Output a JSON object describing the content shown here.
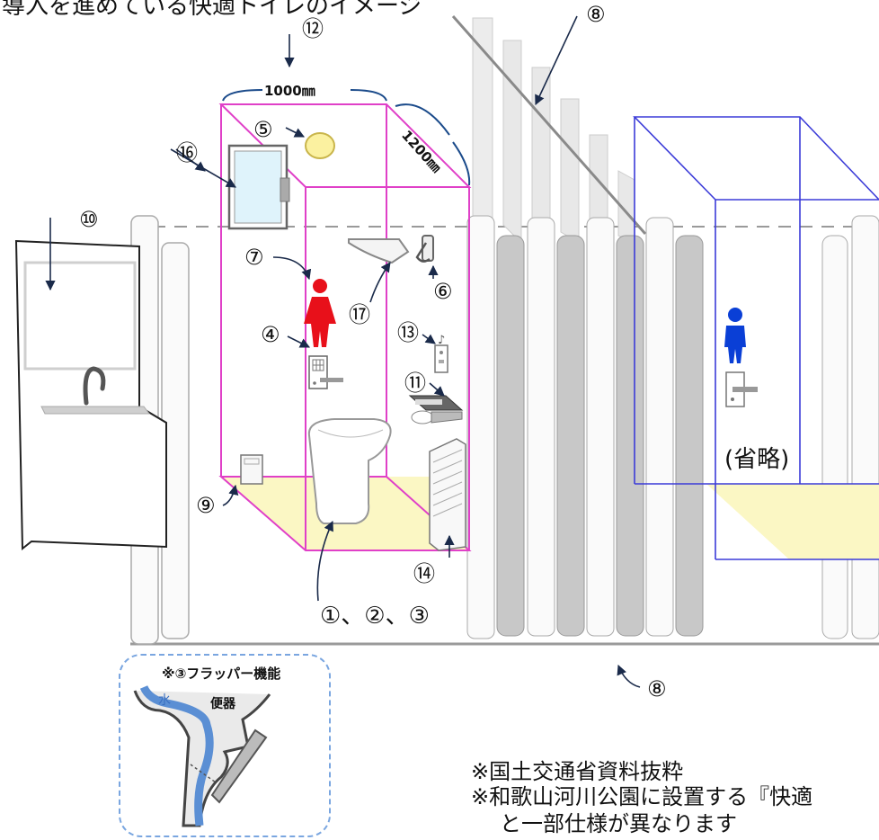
{
  "header_text": "導入を進めている快適トイレのイメージ",
  "dimensions": {
    "width": "1000㎜",
    "depth": "1200㎜"
  },
  "callouts": {
    "n1_2_3": "①、②、③",
    "n4": "④",
    "n5": "⑤",
    "n6": "⑥",
    "n7": "⑦",
    "n8_top": "⑧",
    "n8_bottom": "⑧",
    "n9": "⑨",
    "n10": "⑩",
    "n11": "⑪",
    "n12": "⑫",
    "n13": "⑬",
    "n14": "⑭",
    "n16": "⑯",
    "n17": "⑰"
  },
  "omitted_label": "(省略)",
  "inset": {
    "title": "※③フラッパー機能",
    "water_label": "水",
    "toilet_label": "便器"
  },
  "notes": {
    "line1": "※国土交通省資料抜粋",
    "line2": "※和歌山河川公園に設置する『快適",
    "line3": "と一部仕様が異なります"
  },
  "colors": {
    "pink_box": "#e040c8",
    "blue_box": "#3b3bd8",
    "floor": "#fbf7c4",
    "female_icon": "#e8101a",
    "male_icon": "#0a3fd6",
    "arrow": "#1a2a4a",
    "water": "#5b8fd4"
  },
  "icons": {
    "female": "female-toilet-icon",
    "male": "male-toilet-icon",
    "music": "music-note-icon",
    "light": "ceiling-light-icon"
  }
}
